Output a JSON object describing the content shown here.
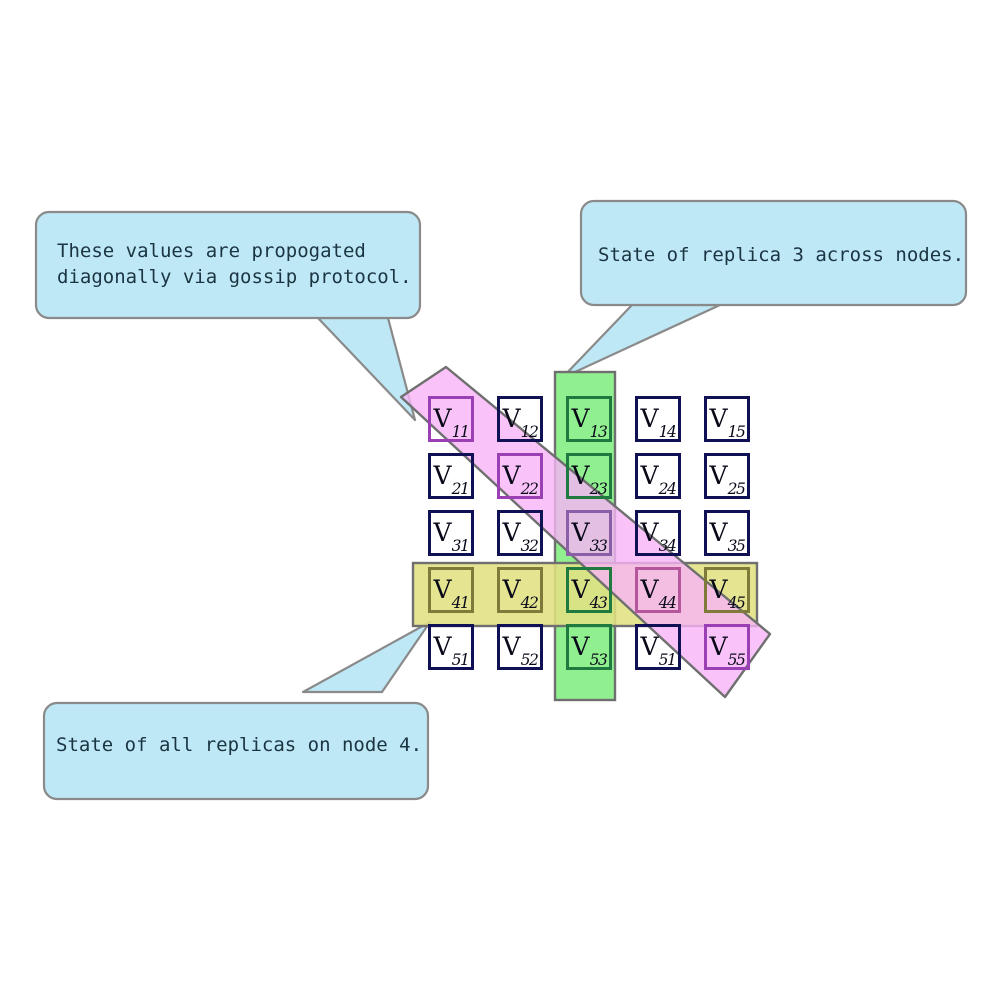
{
  "diagram": {
    "title": "Replica state grid with gossip propagation",
    "colors": {
      "cell_border": "#101055",
      "column_highlight": "#90f090",
      "row_highlight": "#e0e082",
      "diagonal_highlight": "#f7b4f7",
      "callout_fill": "#bfe8f7",
      "callout_border": "#8a8a8a",
      "text": "#1a3440"
    },
    "grid": {
      "rows": 5,
      "cols": 5,
      "cells": [
        [
          {
            "label": "V",
            "sub": "11",
            "highlight": "diagonal"
          },
          {
            "label": "V",
            "sub": "12",
            "highlight": "none"
          },
          {
            "label": "V",
            "sub": "13",
            "highlight": "column"
          },
          {
            "label": "V",
            "sub": "14",
            "highlight": "none"
          },
          {
            "label": "V",
            "sub": "15",
            "highlight": "none"
          }
        ],
        [
          {
            "label": "V",
            "sub": "21",
            "highlight": "none"
          },
          {
            "label": "V",
            "sub": "22",
            "highlight": "diagonal"
          },
          {
            "label": "V",
            "sub": "23",
            "highlight": "column"
          },
          {
            "label": "V",
            "sub": "24",
            "highlight": "none"
          },
          {
            "label": "V",
            "sub": "25",
            "highlight": "none"
          }
        ],
        [
          {
            "label": "V",
            "sub": "31",
            "highlight": "none"
          },
          {
            "label": "V",
            "sub": "32",
            "highlight": "none"
          },
          {
            "label": "V",
            "sub": "33",
            "highlight": "column-diagonal"
          },
          {
            "label": "V",
            "sub": "34",
            "highlight": "none"
          },
          {
            "label": "V",
            "sub": "35",
            "highlight": "none"
          }
        ],
        [
          {
            "label": "V",
            "sub": "41",
            "highlight": "row"
          },
          {
            "label": "V",
            "sub": "42",
            "highlight": "row"
          },
          {
            "label": "V",
            "sub": "43",
            "highlight": "row-column"
          },
          {
            "label": "V",
            "sub": "44",
            "highlight": "row-diagonal"
          },
          {
            "label": "V",
            "sub": "45",
            "highlight": "row"
          }
        ],
        [
          {
            "label": "V",
            "sub": "51",
            "highlight": "none"
          },
          {
            "label": "V",
            "sub": "52",
            "highlight": "none"
          },
          {
            "label": "V",
            "sub": "53",
            "highlight": "column"
          },
          {
            "label": "V",
            "sub": "51",
            "highlight": "none"
          },
          {
            "label": "V",
            "sub": "55",
            "highlight": "diagonal"
          }
        ]
      ]
    },
    "callouts": [
      {
        "id": "diagonal",
        "text": "These values are propogated\ndiagonally via gossip protocol.",
        "points_to": "diagonal-band"
      },
      {
        "id": "column",
        "text": "State of replica 3 across nodes.",
        "points_to": "column-band"
      },
      {
        "id": "row",
        "text": "State of all replicas on node 4.",
        "points_to": "row-band"
      }
    ]
  }
}
